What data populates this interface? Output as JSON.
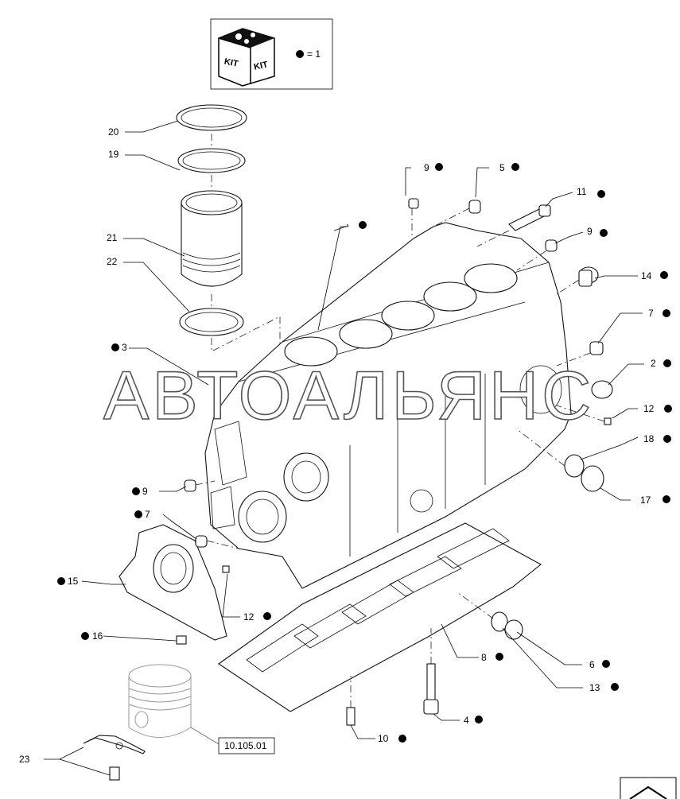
{
  "kit_legend": {
    "kit_text_left": "KIT",
    "kit_text_right": "KIT",
    "equals_text": "= 1"
  },
  "watermark": "АВТОАЛЬЯНС",
  "reference_box": "10.105.01",
  "callouts": {
    "c20": "20",
    "c19": "19",
    "c21": "21",
    "c22": "22",
    "c3": "3",
    "c9a": "9",
    "c5": "5",
    "c11": "11",
    "c9b": "9",
    "c14": "14",
    "c7a": "7",
    "c2": "2",
    "c12a": "12",
    "c18": "18",
    "c17": "17",
    "c9c": "9",
    "c7b": "7",
    "c15": "15",
    "c12b": "12",
    "c16": "16",
    "c8": "8",
    "c6": "6",
    "c13": "13",
    "c4": "4",
    "c10": "10",
    "c23": "23"
  }
}
